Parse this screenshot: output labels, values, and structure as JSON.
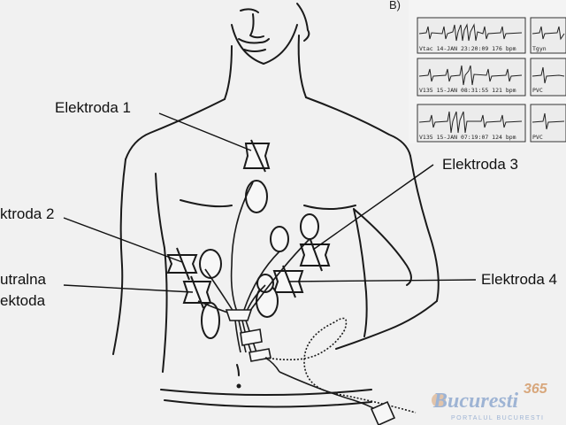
{
  "labels": {
    "e1": "Elektroda 1",
    "e2": "ktroda 2",
    "e3": "Elektroda 3",
    "e4": "Elektroda 4",
    "neutral_line1": "utralna",
    "neutral_line2": "ektoda"
  },
  "ecg_inset": {
    "panel_letter": "B)",
    "strips": [
      {
        "left": "Vtac  14-JAN 23:20:09 176 bpm",
        "right": "Tgyn"
      },
      {
        "left": "V135  15-JAN 08:31:55 121 bpm",
        "right": "PVC"
      },
      {
        "left": "V135  15-JAN 07:19:07 124 bpm",
        "right": "PVC"
      }
    ]
  },
  "watermark": {
    "brand": "Bucuresti",
    "number": "365",
    "tagline": "PORTALUL BUCURESTI"
  },
  "colors": {
    "background": "#f1f1f1",
    "ink": "#111111",
    "watermark_blue": "#9eb4d4",
    "watermark_orange": "#d8a77c"
  }
}
